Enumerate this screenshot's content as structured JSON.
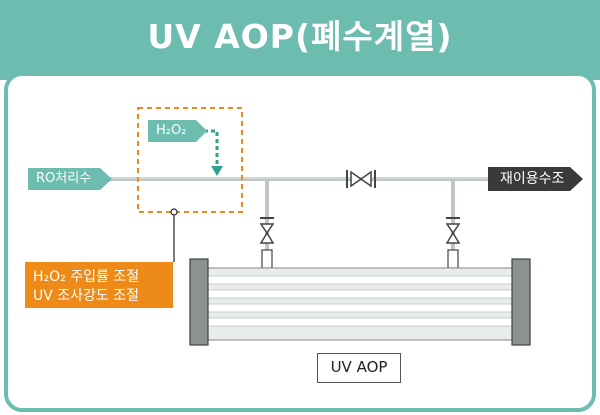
{
  "title": "UV AOP(폐수계열)",
  "labels": {
    "ro_source": "RO처리수",
    "h2o2": "H₂O₂",
    "reuse_tank": "재이용수조",
    "control_note_line1": "H₂O₂ 주입률 조절",
    "control_note_line2": "UV 조사강도 조절",
    "reactor": "UV AOP"
  },
  "colors": {
    "teal": "#6cbcb0",
    "orange": "#ee8a17",
    "dark": "#3a3a3a",
    "pipe": "#bfc6c6"
  },
  "icons": [
    "gate-valve-icon",
    "check-valve-icon",
    "uv-lamp-icon"
  ]
}
